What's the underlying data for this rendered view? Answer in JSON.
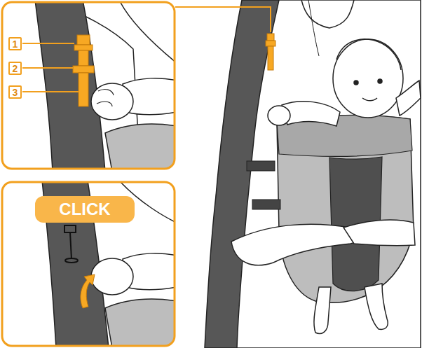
{
  "diagram": {
    "nodes": [
      {
        "text": [
          "1"
        ]
      },
      {
        "text": [
          "2"
        ]
      },
      {
        "text": [
          "3"
        ]
      },
      {
        "text": [
          "CLICK"
        ]
      }
    ]
  }
}
